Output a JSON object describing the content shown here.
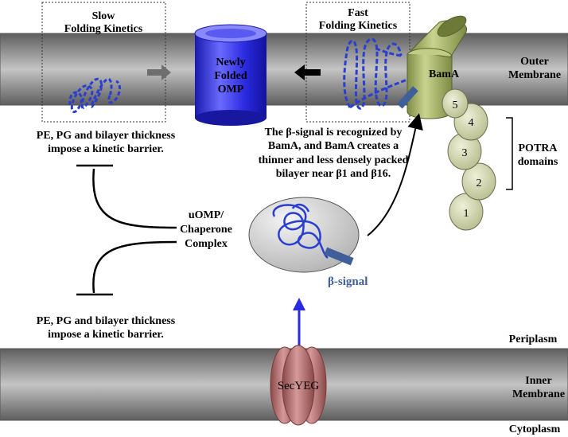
{
  "membranes": {
    "outer_label_1": "Outer",
    "outer_label_2": "Membrane",
    "inner_label_1": "Inner",
    "inner_label_2": "Membrane",
    "periplasm": "Periplasm",
    "cytoplasm": "Cytoplasm"
  },
  "slow_box": {
    "line1": "Slow",
    "line2": "Folding Kinetics"
  },
  "fast_box": {
    "line1": "Fast",
    "line2": "Folding Kinetics"
  },
  "omp": {
    "line1": "Newly",
    "line2": "Folded",
    "line3": "OMP"
  },
  "bama": {
    "label": "BamA",
    "potra_numbers": [
      "5",
      "4",
      "3",
      "2",
      "1"
    ],
    "potra_label_1": "POTRA",
    "potra_label_2": "domains"
  },
  "barrier_top": {
    "line1": "PE, PG and bilayer thickness",
    "line2": "impose a kinetic barrier."
  },
  "barrier_bottom": {
    "line1": "PE, PG and bilayer thickness",
    "line2": "impose a kinetic barrier."
  },
  "beta_text": {
    "line1": "The β-signal is recognized by",
    "line2": "BamA, and BamA creates a",
    "line3": "thinner and less densely packed",
    "line4": "bilayer near β1 and β16."
  },
  "chaperone": {
    "line1": "uOMP/",
    "line2": "Chaperone",
    "line3": "Complex"
  },
  "beta_signal": "β-signal",
  "secyeg": "SecYEG",
  "colors": {
    "membrane_dark": "#6a6a6a",
    "membrane_light": "#bdbdbd",
    "omp_blue": "#2b2bd6",
    "bama_green": "#a9b86a",
    "secyeg_red": "#b76a6a",
    "beta_signal_blue": "#3f5f9a",
    "chain_blue": "#2a3fd0"
  }
}
